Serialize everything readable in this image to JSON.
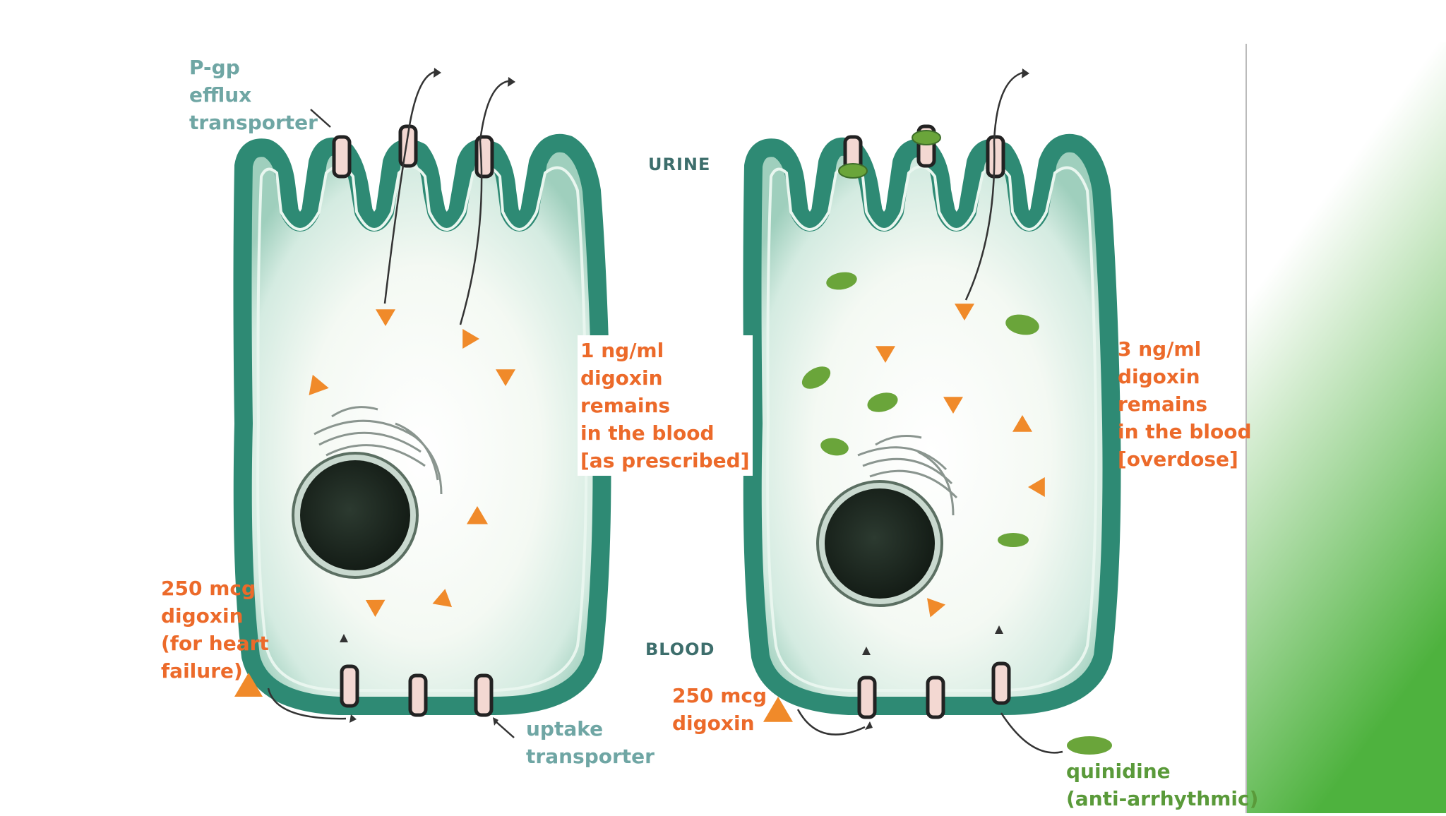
{
  "labels": {
    "pgp": [
      "P-gp",
      "efflux",
      "transporter"
    ],
    "urine": "URINE",
    "blood": "BLOOD",
    "left_conc": [
      "1 ng/ml",
      "digoxin",
      "remains",
      "in the blood",
      "[as prescribed]"
    ],
    "right_conc": [
      "3 ng/ml",
      "digoxin",
      "remains",
      "in the blood",
      "[overdose]"
    ],
    "left_dose": [
      "250 mcg",
      "digoxin",
      "(for heart",
      "failure)"
    ],
    "right_dose": [
      "250 mcg",
      "digoxin"
    ],
    "uptake": [
      "uptake",
      "transporter"
    ],
    "quinidine": [
      "quinidine",
      "(anti-arrhythmic)"
    ]
  },
  "colors": {
    "membrane": "#2e8a74",
    "digoxin": "#f08a2a",
    "quinidine": "#6aa53a",
    "nucleus": "#1e2a22",
    "text_orange": "#ec6a2a",
    "text_teal": "#6fa6a4",
    "gradient_green": "#5cb84a"
  }
}
